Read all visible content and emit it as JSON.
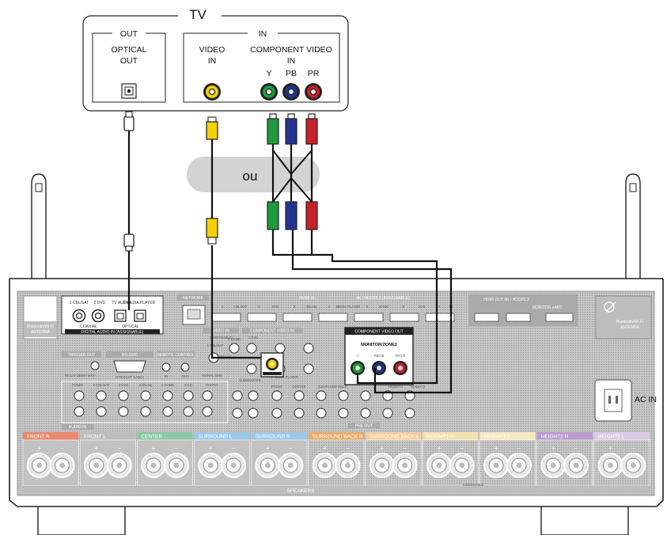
{
  "tv": {
    "title": "TV",
    "out_group": "OUT",
    "optical_out_line1": "OPTICAL",
    "optical_out_line2": "OUT",
    "in_group": "IN",
    "video_in_line1": "VIDEO",
    "video_in_line2": "IN",
    "component_line1": "COMPONENT VIDEO",
    "component_line2": "IN",
    "y": "Y",
    "pb": "PB",
    "pr": "PR"
  },
  "ou_label": "ou",
  "receiver": {
    "network": "NETWORK",
    "hdmi_header": "HDMI IN",
    "hdcp_label": "4K / HDCP2.3 (ASSIGNABLE)",
    "hdmi_inputs": [
      "1",
      "CBL/SAT",
      "2",
      "DVD",
      "3",
      "Blu-ray",
      "4",
      "MEDIA PLAYER",
      "5",
      "GAME",
      "6",
      "AUX",
      "7",
      "8K"
    ],
    "hdmi_out": "HDMI OUT 8K / HDCP2.3",
    "monitor_arc": "MONITOR eARC",
    "bt_left_1": "Bluetooth/Wi-Fi",
    "bt_left_2": "ANTENNA",
    "bt_right_1": "Bluetooth/Wi-Fi",
    "bt_right_2": "ANTENNA",
    "digital_audio_ins": [
      "1 CBL/SAT",
      "2 DVD",
      "TV AUDIO",
      "2 MEDIA PLAYER"
    ],
    "coaxial": "COAXIAL",
    "optical": "OPTICAL",
    "digital_audio_in": "DIGITAL AUDIO IN (ASSIGNABLE)",
    "trigger": "TRIGGER OUT",
    "trigger_spec": "DC12V 150mA MAX",
    "rs232": "RS-232C",
    "straight_cable": "STRAIGHT CABLE",
    "remote_control": "REMOTE CONTROL",
    "remote_in": "IN",
    "remote_out": "OUT",
    "video_in": "VIDEO IN",
    "video_assignable": "(ASSIGNABLE)",
    "cbl_sat": "1 CBL/SAT",
    "game": "5 GAME",
    "bluray": "3 Blu-ray",
    "component_in": "COMPONENT VIDEO IN",
    "dvd": "1 DVD",
    "media_player": "2 MEDIA PLAYER",
    "component_out_title": "COMPONENT VIDEO OUT",
    "monitor_zone2": "MONITOR/ZONE2",
    "y": "Y",
    "pb_cb": "PB/CB",
    "pr_cr": "PR/CR",
    "audio_in": "AUDIO IN",
    "audio_sources": [
      "TUNER",
      "1 CBL/SAT",
      "2 DVD",
      "3 Blu-ray",
      "5 GAME",
      "6 CD",
      "PHONO"
    ],
    "signal_gnd": "SIGNAL GND",
    "pre_out": "PRE OUT",
    "front": "FRONT",
    "center": "CENTER",
    "surround_back": "SURROUND BACK",
    "height1": "HEIGHT1",
    "height2": "HEIGHT2",
    "subwoofer": "SUBWOOFER",
    "ac_in": "AC IN",
    "speaker_bands": [
      {
        "label": "FRONT R",
        "color": "#e8896e"
      },
      {
        "label": "FRONT L",
        "color": "#bdbdbd"
      },
      {
        "label": "CENTER",
        "color": "#8cc8a3"
      },
      {
        "label": "SURROUND L",
        "color": "#9ec8e8"
      },
      {
        "label": "SURROUND R",
        "color": "#9ec8e8"
      },
      {
        "label": "SURROUND BACK R",
        "color": "#e9ac6a"
      },
      {
        "label": "SURROUND BACK L",
        "color": "#f4cfa2"
      },
      {
        "label": "HEIGHT1 R",
        "color": "#f3e2b2"
      },
      {
        "label": "HEIGHT1 L",
        "color": "#f5e9c3"
      },
      {
        "label": "HEIGHT2 R",
        "color": "#bb9bd0"
      },
      {
        "label": "HEIGHT2 L",
        "color": "#dccbe6"
      }
    ],
    "speakers": "SPEAKERS",
    "assignable": "ASSIGNABLE"
  },
  "colors": {
    "video_yellow": "#f5d000",
    "green": "#1f9a3e",
    "blue": "#23338f",
    "red": "#c8202a",
    "panel": "#c8c8c8",
    "cable": "#111111"
  }
}
